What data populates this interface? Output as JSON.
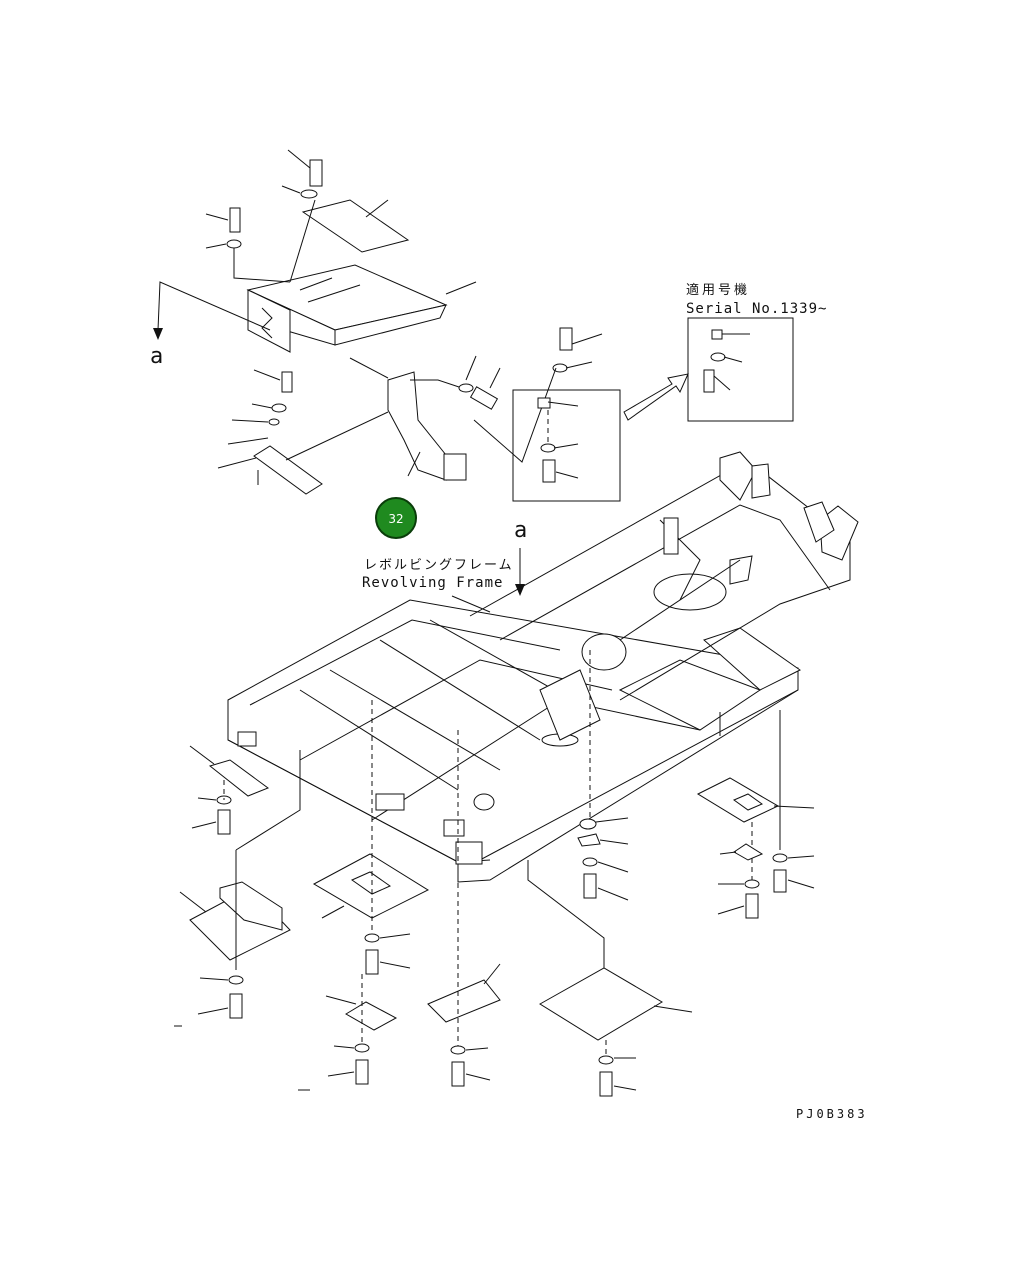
{
  "labels": {
    "arrow_top_left": "a",
    "arrow_center": "a",
    "serial_jp": "適用号機",
    "serial_en": "Serial No.1339~",
    "frame_jp": "レボルビングフレーム",
    "frame_en": "Revolving Frame",
    "drawing_code": "PJ0B383"
  },
  "badge": {
    "number": "32",
    "color": "#1f8a1f"
  },
  "colors": {
    "line": "#111111",
    "background": "#ffffff"
  }
}
